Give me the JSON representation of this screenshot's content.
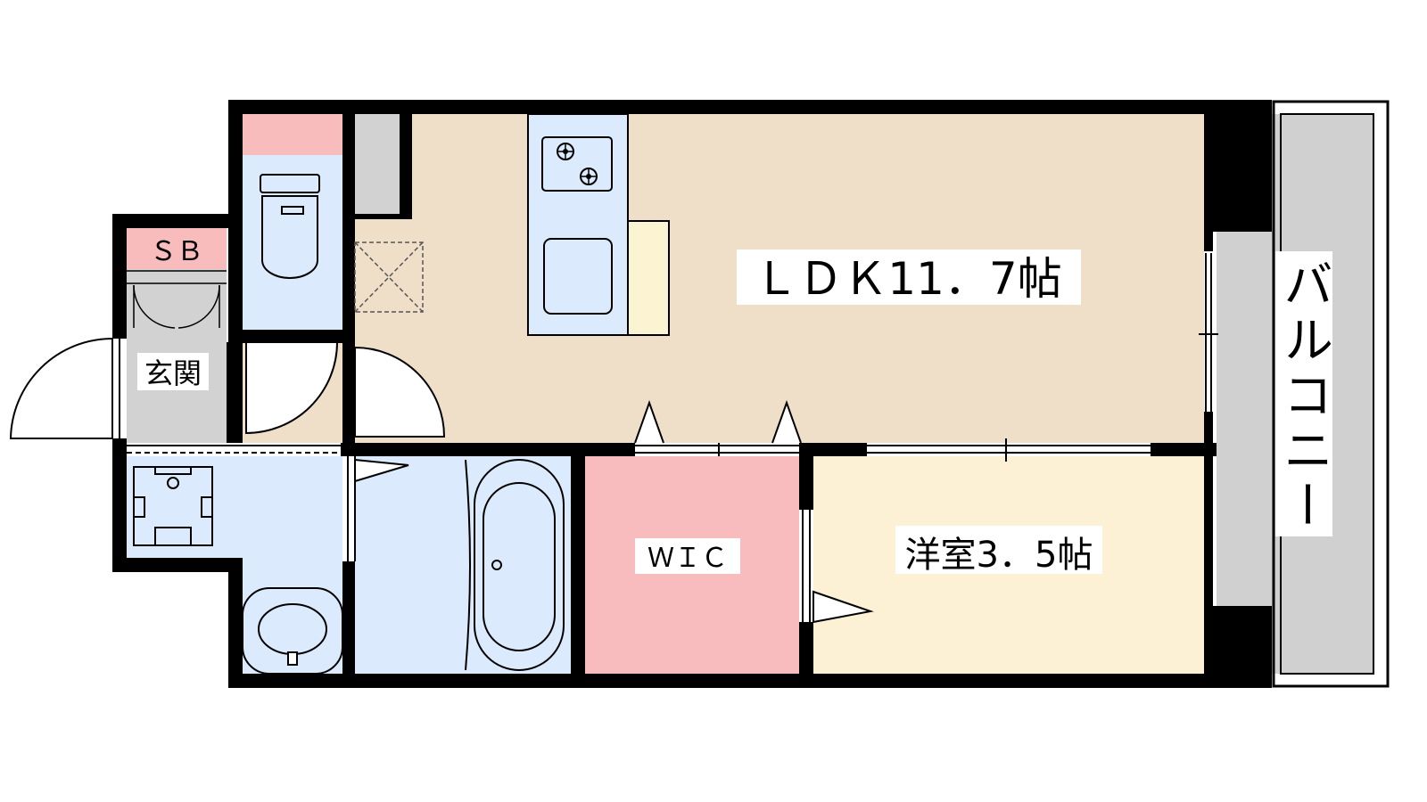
{
  "rooms": {
    "ldk": "ＬＤＫ11．7帖",
    "western": "洋室3．5帖",
    "wic": "ＷＩＣ",
    "entrance": "玄関",
    "shoe_box": "ＳＢ",
    "balcony": "バルコニー"
  },
  "colors": {
    "wall": "#000000",
    "ldk": "#efdfc8",
    "western": "#fcf1d4",
    "wic": "#f8bcbe",
    "wet_area": "#dbeafc",
    "entrance": "#d2d2d2",
    "balcony": "#d0d0d0",
    "pink_storage": "#f9bcbc",
    "counter": "#fcf3d2"
  }
}
